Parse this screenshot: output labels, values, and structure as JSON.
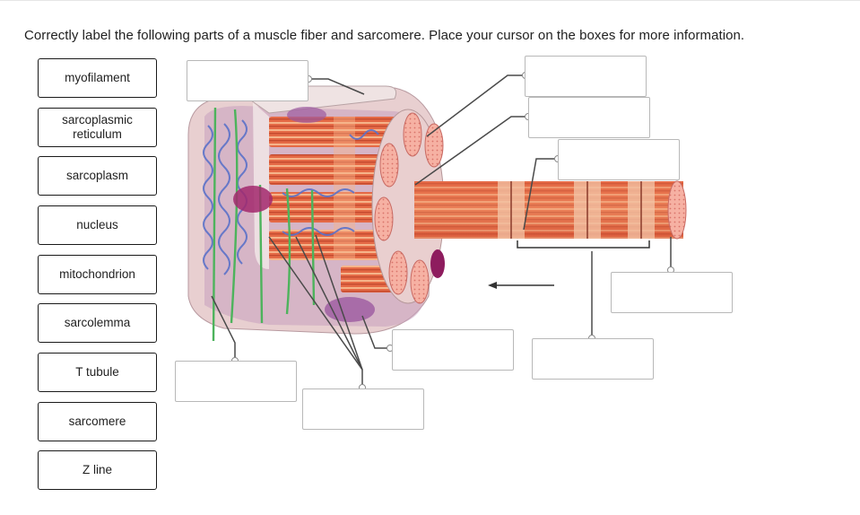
{
  "question": {
    "instructions": "Correctly label the following parts of a muscle fiber and sarcomere. Place your cursor on the boxes for more information."
  },
  "label_bank": [
    {
      "id": "myofilament",
      "text": "myofilament"
    },
    {
      "id": "sarcoplasmic-reticulum",
      "text": "sarcoplasmic\nreticulum"
    },
    {
      "id": "sarcoplasm",
      "text": "sarcoplasm"
    },
    {
      "id": "nucleus",
      "text": "nucleus"
    },
    {
      "id": "mitochondrion",
      "text": "mitochondrion"
    },
    {
      "id": "sarcolemma",
      "text": "sarcolemma"
    },
    {
      "id": "t-tubule",
      "text": "T tubule"
    },
    {
      "id": "sarcomere",
      "text": "sarcomere"
    },
    {
      "id": "z-line",
      "text": "Z line"
    }
  ],
  "drop_targets": [
    {
      "id": "target-1",
      "value": ""
    },
    {
      "id": "target-2",
      "value": ""
    },
    {
      "id": "target-3",
      "value": ""
    },
    {
      "id": "target-4",
      "value": ""
    },
    {
      "id": "target-5",
      "value": ""
    },
    {
      "id": "target-6",
      "value": ""
    },
    {
      "id": "target-7",
      "value": ""
    },
    {
      "id": "target-8",
      "value": ""
    },
    {
      "id": "target-9",
      "value": ""
    }
  ],
  "colors": {
    "tile_border": "#1a1a1a",
    "drop_border": "#b8b8b8",
    "leader_line": "#4a4a4a",
    "myofibril": "#d9583a",
    "myofibril_light": "#f2a07c",
    "myofibril_end": "#f4a48e",
    "sarcolemma": "#ead7d5",
    "sarcoplasmic_reticulum": "#5b72c9",
    "t_tubule": "#4db35c",
    "nucleus": "#a2286c",
    "mitochondrion": "#9c5aa0"
  }
}
